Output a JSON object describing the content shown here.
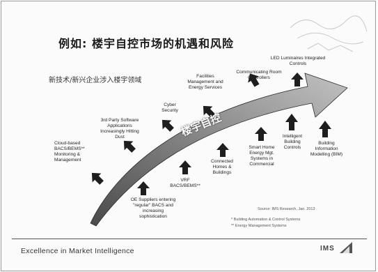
{
  "slide": {
    "title": "例如: 楼宇自控市场的机遇和风险",
    "subtitle": "新技术/新兴企业涉入楼宇领域",
    "arrow_text": "楼宇自控",
    "footer": "Excellence in Market Intelligence",
    "brand": "IMS",
    "colors": {
      "arrow_dark": "#3c3c3c",
      "arrow_light": "#b9b9b9",
      "icon": "#1e1e1e"
    }
  },
  "labels": {
    "led": "LED Luminaires Integrated Controls",
    "comm_room": "Communicating Room Controllers",
    "facilities": "Facilities Management and Energy Services",
    "cyber": "Cyber Security",
    "third_party": "3rd Party Software Applications Increasingly Hitting Dust",
    "cloud": "Cloud-based BACS/BEMS** Monitoring & Management",
    "oe": "OE Suppliers entering \"regular\" BACS and increasing sophistication",
    "vrf": "VRF BACS/BEMS**",
    "connected": "Connected Homes & Buildings",
    "smart_home": "Smart Home Energy Mgt. Systems in Commercial",
    "intelligent": "Intelligent Building Controls",
    "bim": "Building Information Modelling (BIM)"
  },
  "notes": {
    "source": "Source: IMS Research, Jan. 2013",
    "foot1": "* Building Automation & Control Systems",
    "foot2": "** Energy Management Systems"
  }
}
